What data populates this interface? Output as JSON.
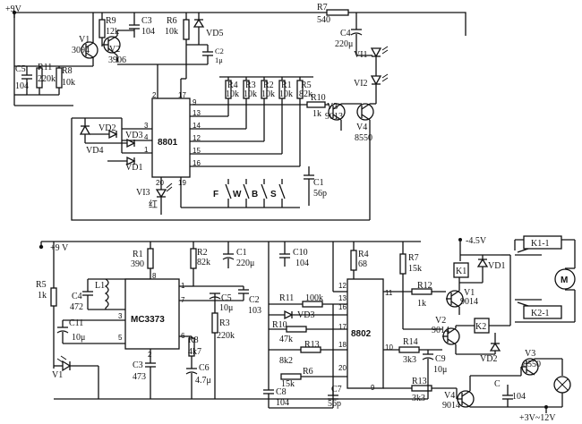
{
  "top": {
    "supply": "+9V",
    "ic": "8801",
    "resistors": [
      {
        "ref": "R9",
        "val": "12k"
      },
      {
        "ref": "R6",
        "val": "10k"
      },
      {
        "ref": "R7",
        "val": "540"
      },
      {
        "ref": "R11",
        "val": "220k"
      },
      {
        "ref": "R8",
        "val": "10k"
      },
      {
        "ref": "R4",
        "val": "10k"
      },
      {
        "ref": "R3",
        "val": "10k"
      },
      {
        "ref": "R2",
        "val": "10k"
      },
      {
        "ref": "R1",
        "val": "10k"
      },
      {
        "ref": "R5",
        "val": "82k"
      },
      {
        "ref": "R10",
        "val": "1k"
      }
    ],
    "capacitors": [
      {
        "ref": "C3",
        "val": "104"
      },
      {
        "ref": "C2",
        "val": "1μ"
      },
      {
        "ref": "C4",
        "val": "220μ"
      },
      {
        "ref": "C5",
        "val": "104"
      },
      {
        "ref": "C1",
        "val": "56p"
      }
    ],
    "transistors": [
      {
        "ref": "V1",
        "val": "3094"
      },
      {
        "ref": "V2",
        "val": "3906"
      },
      {
        "ref": "V3",
        "val": "9013"
      },
      {
        "ref": "V4",
        "val": "8550"
      }
    ],
    "diodes": [
      "VD5",
      "VD2",
      "VD3",
      "VD4",
      "VD1"
    ],
    "leds": [
      "VI1",
      "VI2",
      "VI3"
    ],
    "ir_label": "红",
    "keys": [
      "F",
      "W",
      "B",
      "S"
    ],
    "ic_pins": [
      "2",
      "17",
      "9",
      "13",
      "14",
      "12",
      "15",
      "16",
      "3",
      "4",
      "1",
      "20",
      "19"
    ]
  },
  "bottom": {
    "supply": "+9 V",
    "ic1": "MC3373",
    "ic2": "8802",
    "resistors": [
      {
        "ref": "R1",
        "val": "390"
      },
      {
        "ref": "R2",
        "val": "82k"
      },
      {
        "ref": "R5",
        "val": "1k"
      },
      {
        "ref": "R3",
        "val": "220k"
      },
      {
        "ref": "R4",
        "val": "68"
      },
      {
        "ref": "R7",
        "val": "15k"
      },
      {
        "ref": "R8",
        "val": "4k7"
      },
      {
        "ref": "R11",
        "val": "100k"
      },
      {
        "ref": "R10",
        "val": "47k"
      },
      {
        "ref": "R13",
        "val": "8k2"
      },
      {
        "ref": "R6",
        "val": "15k"
      },
      {
        "ref": "R12",
        "val": "1k"
      },
      {
        "ref": "R14",
        "val": "3k3"
      },
      {
        "ref": "R13",
        "val": "3k3"
      }
    ],
    "capacitors": [
      {
        "ref": "C1",
        "val": "220μ"
      },
      {
        "ref": "C10",
        "val": "104"
      },
      {
        "ref": "C4",
        "val": "472"
      },
      {
        "ref": "C11",
        "val": "10μ"
      },
      {
        "ref": "C5",
        "val": "10μ"
      },
      {
        "ref": "C2",
        "val": "103"
      },
      {
        "ref": "C3",
        "val": "473"
      },
      {
        "ref": "C6",
        "val": "4.7μ"
      },
      {
        "ref": "C8",
        "val": "104"
      },
      {
        "ref": "C7",
        "val": "56p"
      },
      {
        "ref": "C9",
        "val": "10μ"
      },
      {
        "ref": "C",
        "val": "104"
      }
    ],
    "transistors": [
      {
        "ref": "V1",
        "val": "9014"
      },
      {
        "ref": "V2",
        "val": "9014"
      },
      {
        "ref": "V3",
        "val": "8550"
      },
      {
        "ref": "V4",
        "val": "9014"
      }
    ],
    "inductor": "L1",
    "diodes": [
      "VD3",
      "VD1",
      "VD2"
    ],
    "photo": "V1",
    "relays": [
      "K1",
      "K2",
      "K1-1",
      "K2-1"
    ],
    "motor": "M",
    "neg_supply": "-4.5V",
    "pos_supply": "+3V~12V",
    "ic1_pins": [
      "8",
      "1",
      "7",
      "3",
      "5",
      "2",
      "6"
    ],
    "ic2_pins": [
      "12",
      "13",
      "11",
      "16",
      "17",
      "18",
      "20",
      "10",
      "9"
    ]
  }
}
